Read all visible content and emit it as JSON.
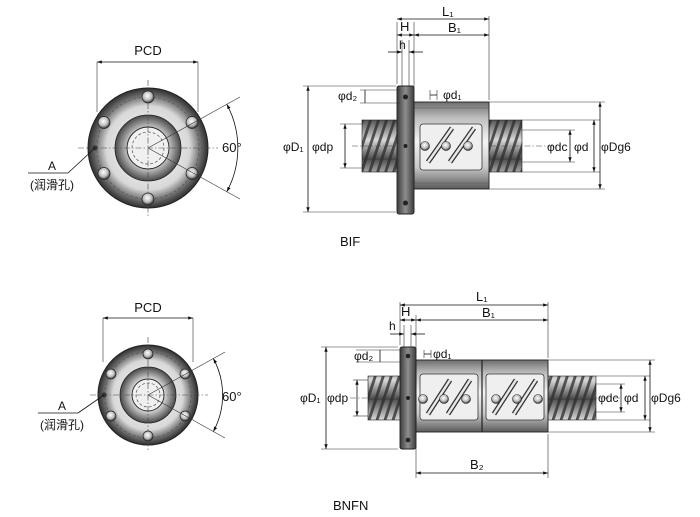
{
  "figure1": {
    "caption": "BIF",
    "front": {
      "pcd": "PCD",
      "angle": "60°",
      "lube_hole_letter": "A",
      "lube_hole_note": "(润滑孔)"
    },
    "side": {
      "L1": "L₁",
      "H": "H",
      "B1": "B₁",
      "h": "h",
      "d2": "φd₂",
      "d1": "φd₁",
      "D1": "φD₁",
      "dp": "φdp",
      "dc": "φdc",
      "d": "φd",
      "Dg6": "φDg6"
    }
  },
  "figure2": {
    "caption": "BNFN",
    "front": {
      "pcd": "PCD",
      "angle": "60°",
      "lube_hole_letter": "A",
      "lube_hole_note": "(润滑孔)"
    },
    "side": {
      "L1": "L₁",
      "H": "H",
      "B1": "B₁",
      "h": "h",
      "d2": "φd₂",
      "d1": "φd₁",
      "D1": "φD₁",
      "dp": "φdp",
      "dc": "φdc",
      "d": "φd",
      "Dg6": "φDg6",
      "B2": "B₂"
    }
  },
  "colors": {
    "metal_dark": "#3a3a3a",
    "metal_mid": "#8a8a8a",
    "metal_light": "#e6e6e6",
    "line": "#111111"
  }
}
